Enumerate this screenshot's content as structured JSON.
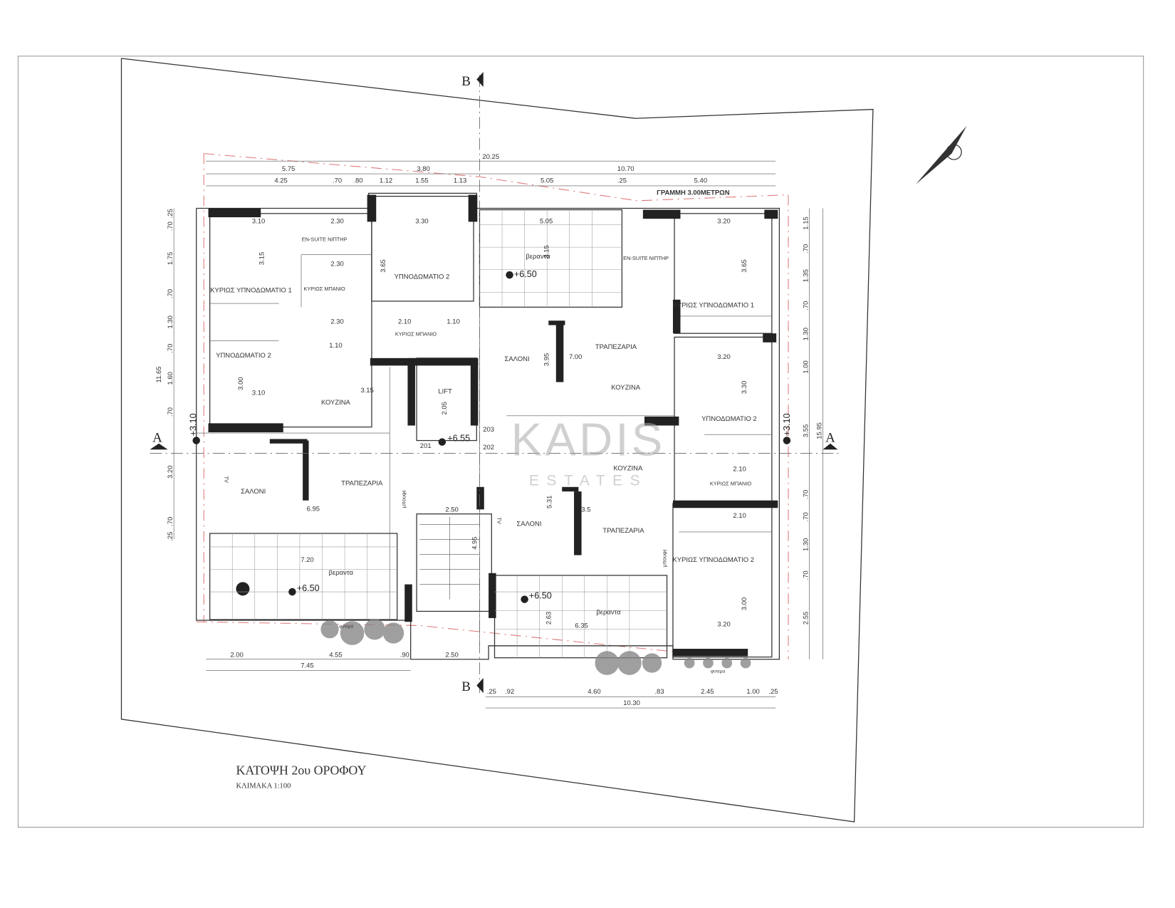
{
  "drawing": {
    "title": "ΚΑΤΟΨΗ 2ου ΟΡΟΦΟΥ",
    "scale": "ΚΛΙΜΑΚΑ 1:100",
    "setback_label": "ΓΡΑΜΜΗ 3.00ΜΕΤΡΩΝ",
    "section_a": "A",
    "section_b": "B",
    "watermark": {
      "brand": "KADIS",
      "sub": "ESTATES",
      "accent": "#d9c9a0"
    }
  },
  "rooms": {
    "master_bed_1_left": "ΚΥΡΙΩΣ ΥΠΝΟΔΩΜΑΤΙΟ 1",
    "ensuite_left": "EN-SUITE ΝΙΠΤΗΡ",
    "main_bath_left": "ΚΥΡΙΩΣ ΜΠΑΝΙΟ",
    "bed_2_top": "ΥΠΝΟΔΩΜΑΤΙΟ 2",
    "bed_2_left": "ΥΠΝΟΔΩΜΑΤΙΟ 2",
    "bath_mid": "ΚΥΡΙΩΣ ΜΠΑΝΙΟ",
    "kitchen_left": "ΚΟΥΖΙΝΑ",
    "living_left": "ΣΑΛΟΝΙ",
    "dining_left": "ΤΡΑΠΕΖΑΡΙΑ",
    "veranda_left": "βεραντα",
    "lift": "LIFT",
    "veranda_top": "βεραντα",
    "ensuite_right": "EN-SUITE ΝΙΠΤΗΡ",
    "living_top": "ΣΑΛΟΝΙ",
    "dining_top": "ΤΡΑΠΕΖΑΡΙΑ",
    "kitchen_top": "ΚΟΥΖΙΝΑ",
    "master_bed_1_right": "ΚΥΡΙΩΣ ΥΠΝΟΔΩΜΑΤΙΟ 1",
    "bed_2_right": "ΥΠΝΟΔΩΜΑΤΙΟ 2",
    "kitchen_bottom": "ΚΟΥΖΙΝΑ",
    "bath_right": "ΚΥΡΙΩΣ ΜΠΑΝΙΟ",
    "living_bottom": "ΣΑΛΟΝΙ",
    "dining_bottom": "ΤΡΑΠΕΖΑΡΙΑ",
    "master_bed_2_right": "ΚΥΡΙΩΣ ΥΠΝΟΔΩΜΑΤΙΟ 2",
    "veranda_bottom": "βεραντα",
    "storage_1": "μπουφε",
    "storage_2": "μπουφε",
    "planter_1": "φυτεμα",
    "planter_2": "φυτεμα",
    "tv_1": "TV",
    "tv_2": "TV",
    "apt_201": "201",
    "apt_202": "202",
    "apt_203": "203"
  },
  "levels": {
    "stair": "+6.55",
    "veranda_left": "+6.50",
    "veranda_top": "+6.50",
    "veranda_bottom": "+6.50",
    "left": "+3.10",
    "right": "+3.10"
  },
  "dimensions": {
    "top_total": "20.25",
    "top_a": [
      "5.75",
      "3.80",
      "10.70"
    ],
    "top_b": [
      "4.25",
      ".70",
      ".80",
      "1.12",
      "1.55",
      "1.13",
      "5.05",
      ".25",
      "5.40"
    ],
    "left": [
      ".25",
      ".70",
      "1.75",
      ".70",
      "1.30",
      ".70",
      "1.60",
      ".70",
      "3.20",
      ".70",
      ".25"
    ],
    "left_total": "11.65",
    "right": [
      "1.15",
      ".70",
      "1.35",
      ".70",
      "1.30",
      "1.00",
      "3.55",
      ".70",
      ".70",
      "1.30",
      ".70",
      "2.55"
    ],
    "right_total": "15.95",
    "bottom_left": [
      "2.00",
      "4.55",
      ".90",
      "2.50"
    ],
    "bottom_left_total": "7.45",
    "bottom_right": [
      ".25",
      ".92",
      "4.60",
      ".83",
      "2.45",
      "1.00",
      ".25"
    ],
    "bottom_right_total": "10.30",
    "inner": [
      "3.10",
      "2.30",
      "3.15",
      "2.30",
      "3.30",
      "3.65",
      "2.30",
      "2.10",
      "1.10",
      "1.10",
      "3.00",
      "3.10",
      "3.15",
      "2.05",
      "6.95",
      "7.20",
      "4.95",
      "2.50",
      "5.05",
      "3.15",
      "3.95",
      "7.00",
      "3.20",
      "3.65",
      "3.20",
      "3.30",
      "2.10",
      "2.10",
      "3.00",
      "3.20",
      "5.31",
      "3.5",
      "2.63",
      "6.35"
    ]
  }
}
